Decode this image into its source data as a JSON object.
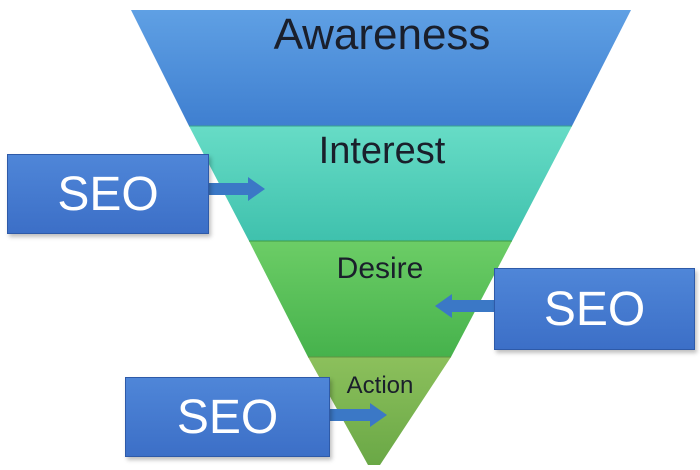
{
  "funnel": {
    "stages": [
      {
        "label": "Awareness"
      },
      {
        "label": "Interest"
      },
      {
        "label": "Desire"
      },
      {
        "label": "Action"
      }
    ]
  },
  "callouts": [
    {
      "label": "SEO",
      "points_to": "Interest"
    },
    {
      "label": "SEO",
      "points_to": "Desire"
    },
    {
      "label": "SEO",
      "points_to": "Action"
    }
  ],
  "colors": {
    "awareness": "#4a8ad8",
    "interest": "#4ccdb8",
    "desire": "#56bf5a",
    "action": "#7ab24f",
    "seo_box": "#3f74cc",
    "arrow": "#3b78c6"
  }
}
